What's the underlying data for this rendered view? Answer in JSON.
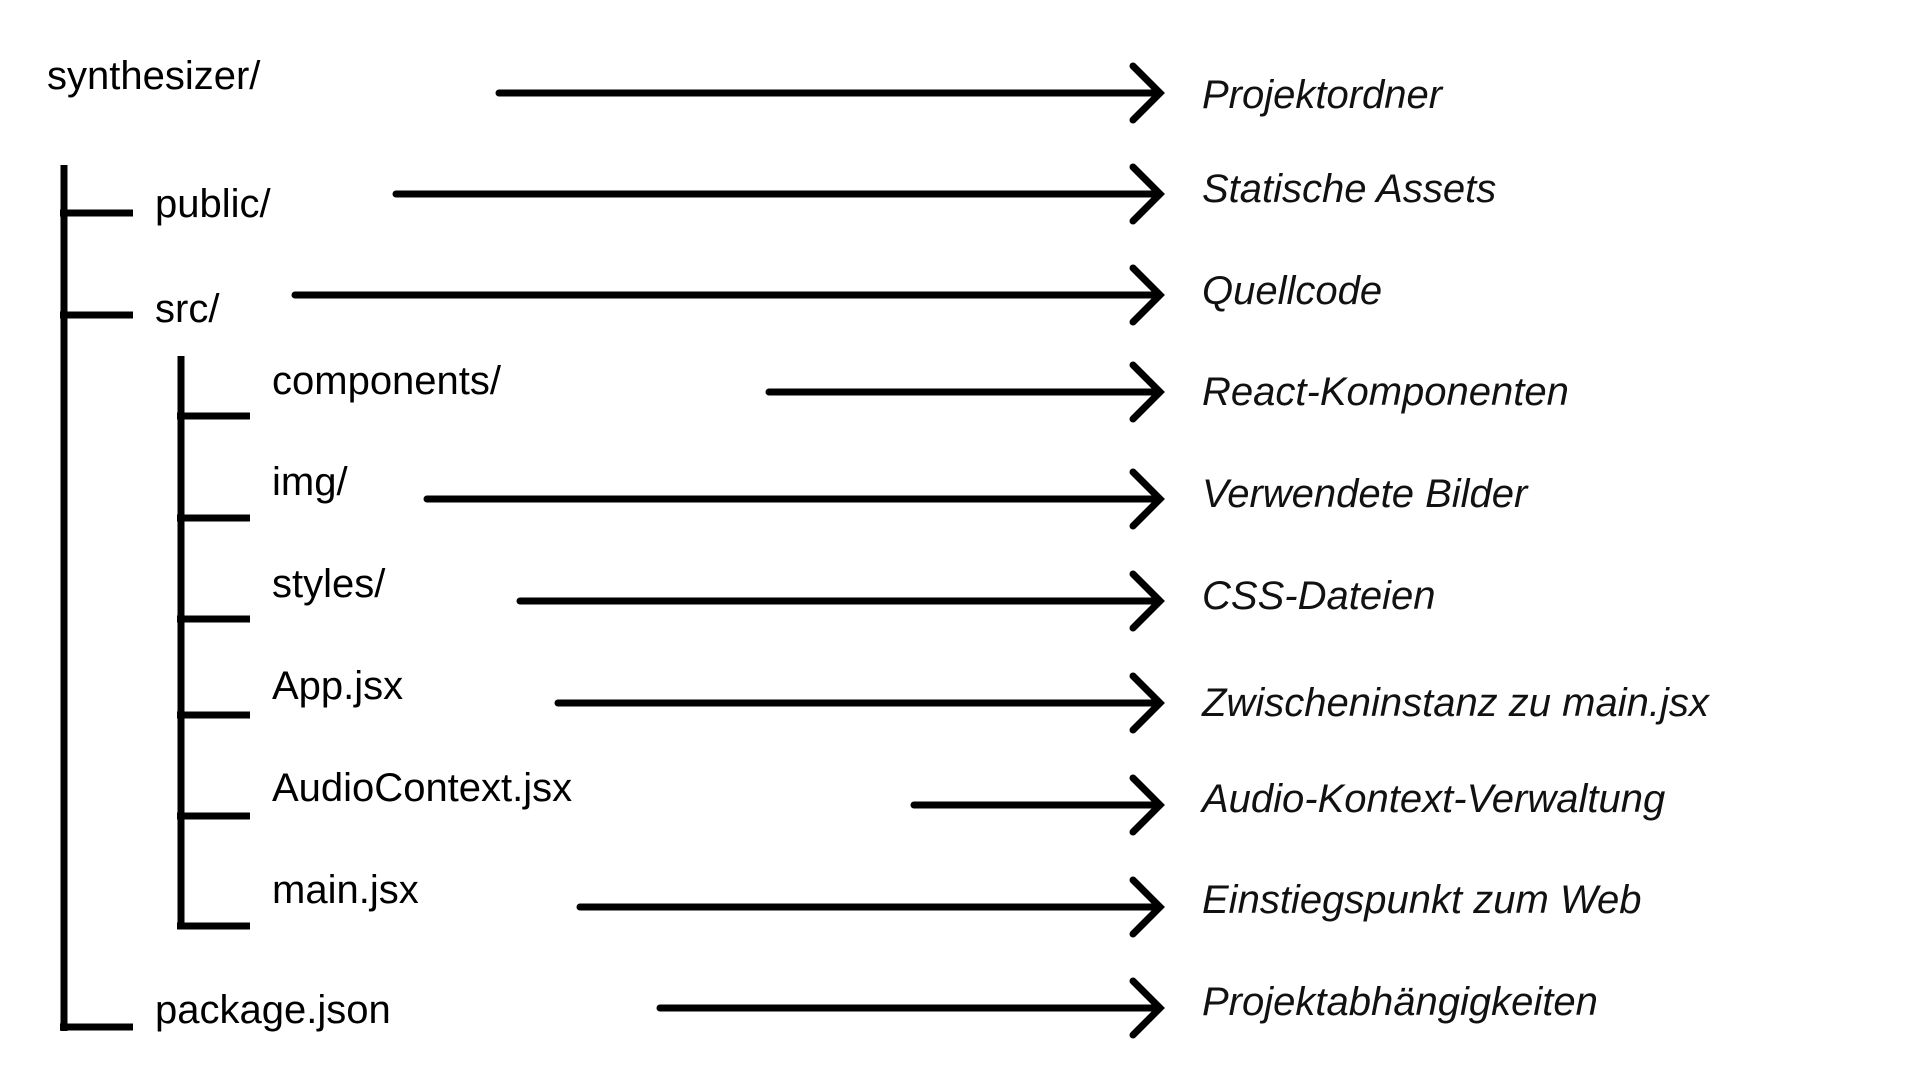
{
  "tree": {
    "root": {
      "name": "synthesizer/",
      "description": "Projektordner"
    },
    "entries": [
      {
        "name": "public/",
        "description": "Statische Assets"
      },
      {
        "name": "src/",
        "description": "Quellcode"
      },
      {
        "name": "components/",
        "description": "React-Komponenten"
      },
      {
        "name": "img/",
        "description": "Verwendete Bilder"
      },
      {
        "name": "styles/",
        "description": "CSS-Dateien"
      },
      {
        "name": "App.jsx",
        "description": "Zwischeninstanz zu main.jsx"
      },
      {
        "name": "AudioContext.jsx",
        "description": "Audio-Kontext-Verwaltung"
      },
      {
        "name": "main.jsx",
        "description": "Einstiegspunkt zum Web"
      },
      {
        "name": "package.json",
        "description": "Projektabhängigkeiten"
      }
    ]
  },
  "colors": {
    "line": "#000000",
    "text": "#000000",
    "background": "#ffffff"
  }
}
